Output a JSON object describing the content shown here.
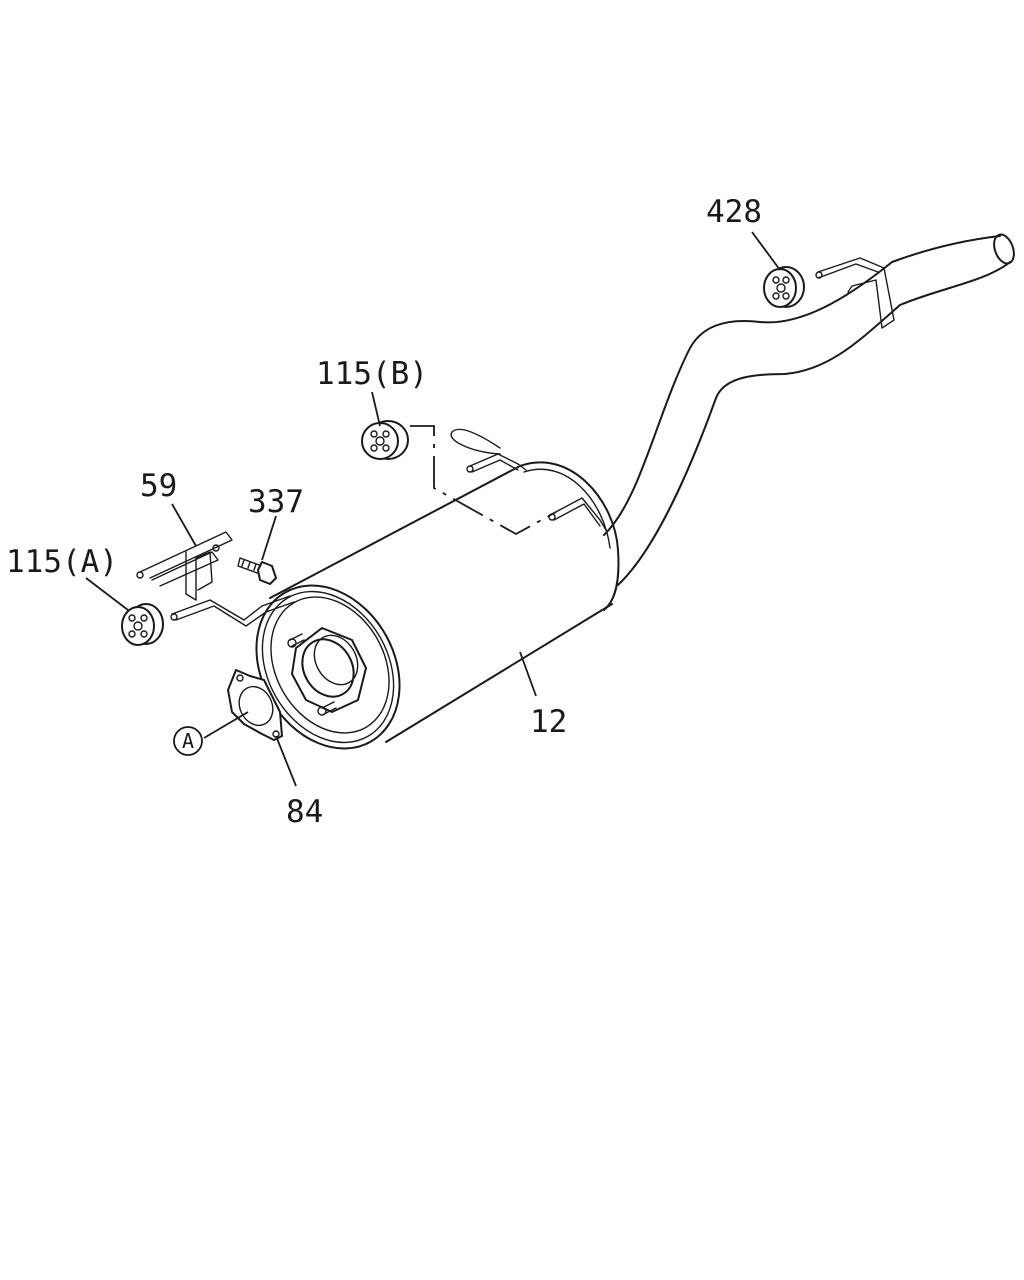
{
  "diagram": {
    "labels": {
      "part_428": "428",
      "part_115b": "115(B)",
      "part_59": "59",
      "part_337": "337",
      "part_115a": "115(A)",
      "part_12": "12",
      "part_84": "84",
      "ref_a": "A"
    }
  }
}
